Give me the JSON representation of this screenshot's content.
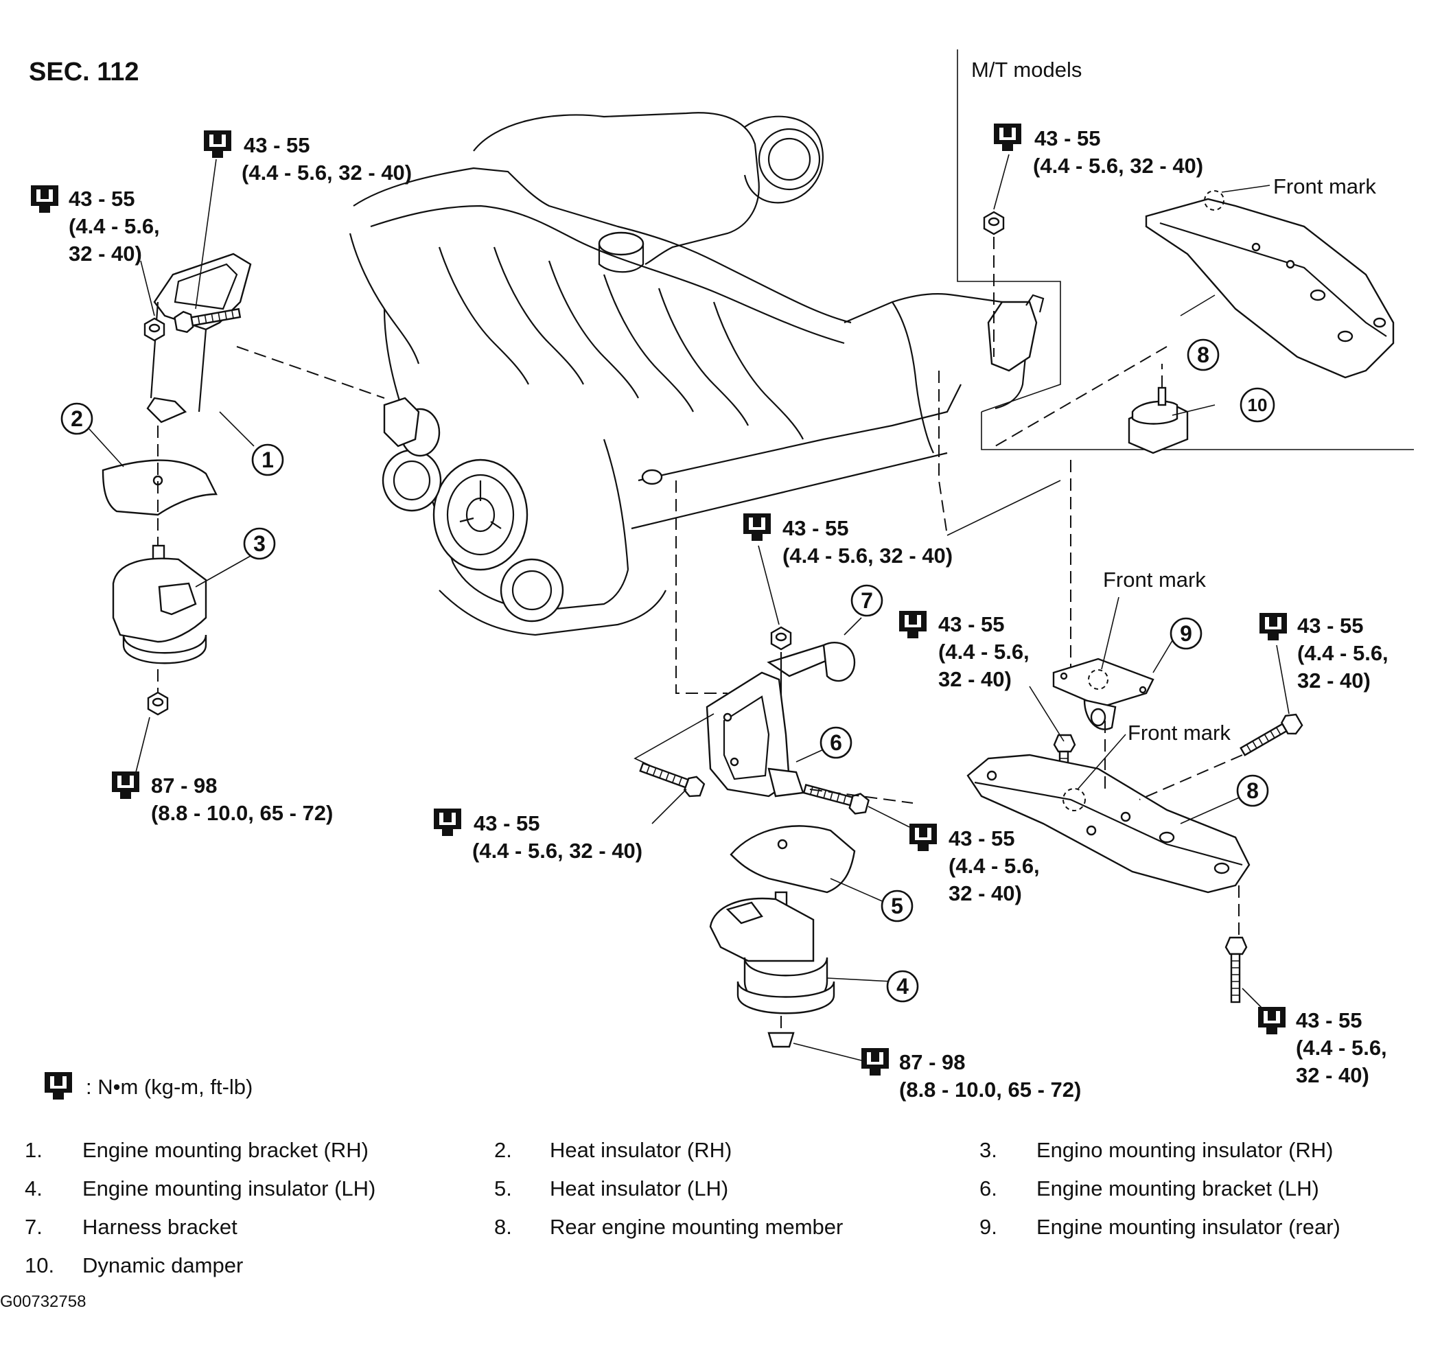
{
  "section_title": "SEC. 112",
  "mt_label": "M/T models",
  "front_mark_label": "Front mark",
  "torque_notes": {
    "t1": {
      "line1": "43 - 55",
      "line2": "(4.4 - 5.6, 32 - 40)"
    },
    "t2": {
      "line1": "43 - 55",
      "line2": "(4.4 - 5.6,",
      "line3": "32 - 40)"
    },
    "t3": {
      "line1": "43 - 55",
      "line2": "(4.4 - 5.6, 32 - 40)"
    },
    "t4": {
      "line1": "87 - 98",
      "line2": "(8.8 - 10.0, 65 - 72)"
    },
    "t5": {
      "line1": "43 - 55",
      "line2": "(4.4 - 5.6, 32 - 40)"
    },
    "t6": {
      "line1": "43 - 55",
      "line2": "(4.4 - 5.6, 32 - 40)"
    },
    "t7": {
      "line1": "43 - 55",
      "line2": "(4.4 - 5.6,",
      "line3": "32 - 40)"
    },
    "t8": {
      "line1": "43 - 55",
      "line2": "(4.4 - 5.6,",
      "line3": "32 - 40)"
    },
    "t9": {
      "line1": "43 - 55",
      "line2": "(4.4 - 5.6,",
      "line3": "32 - 40)"
    },
    "t10": {
      "line1": "87 - 98",
      "line2": "(8.8 - 10.0, 65 - 72)"
    },
    "t11": {
      "line1": "43 - 55",
      "line2": "(4.4 - 5.6,",
      "line3": "32 - 40)"
    }
  },
  "unit_legend": ": N•m (kg-m, ft-lb)",
  "callouts": [
    "1",
    "2",
    "3",
    "4",
    "5",
    "6",
    "7",
    "8",
    "9",
    "10"
  ],
  "legend": [
    {
      "num": "1.",
      "text": "Engine mounting bracket (RH)"
    },
    {
      "num": "2.",
      "text": "Heat insulator (RH)"
    },
    {
      "num": "3.",
      "text": "Engino mounting insulator (RH)"
    },
    {
      "num": "4.",
      "text": "Engine mounting insulator (LH)"
    },
    {
      "num": "5.",
      "text": "Heat insulator (LH)"
    },
    {
      "num": "6.",
      "text": "Engine mounting bracket (LH)"
    },
    {
      "num": "7.",
      "text": "Harness bracket"
    },
    {
      "num": "8.",
      "text": "Rear engine mounting member"
    },
    {
      "num": "9.",
      "text": "Engine mounting insulator (rear)"
    },
    {
      "num": "10.",
      "text": "Dynamic damper"
    }
  ],
  "figure_code": "G00732758"
}
